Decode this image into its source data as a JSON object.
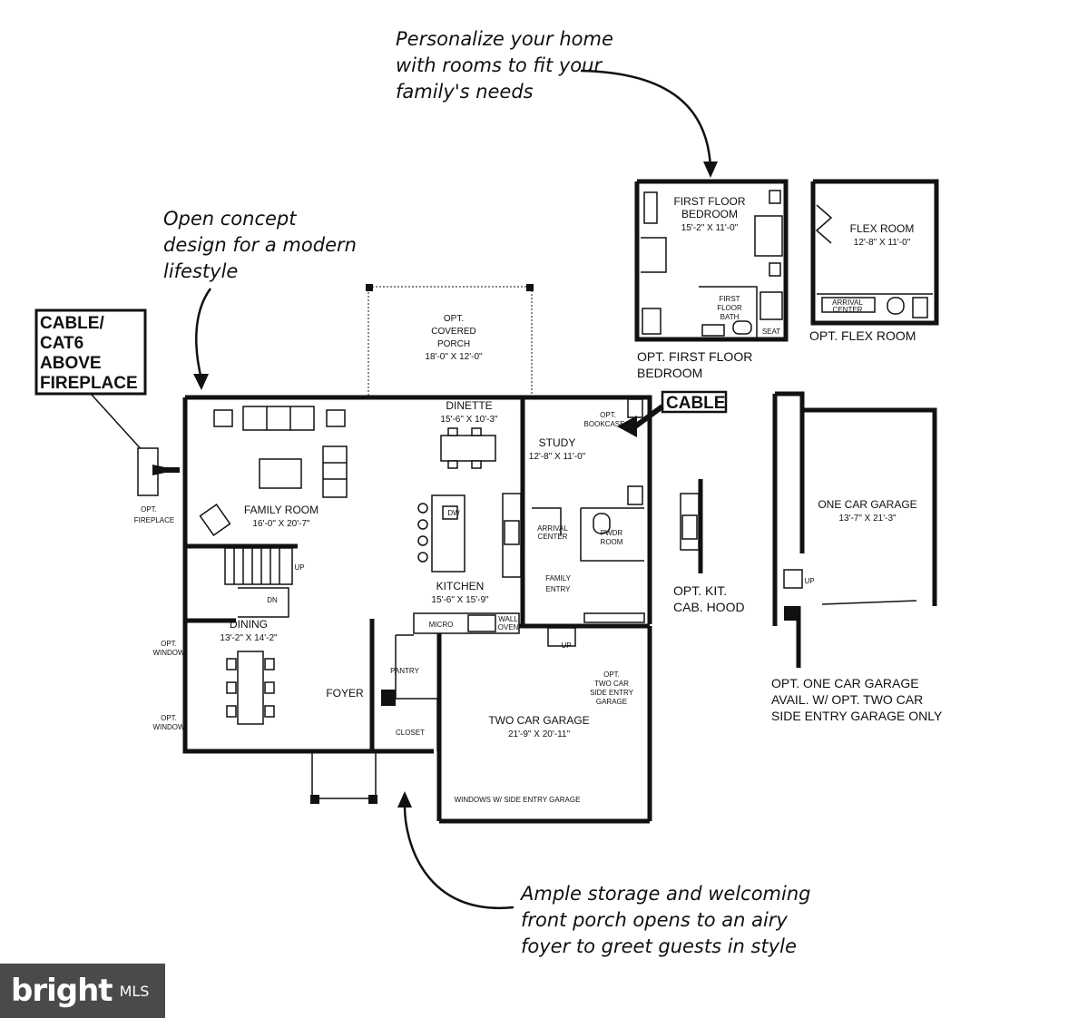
{
  "annotations": {
    "personalize": [
      "Personalize your home",
      "with rooms to fit your",
      "family's needs"
    ],
    "open_concept": [
      "Open concept",
      "design for a modern",
      "lifestyle"
    ],
    "storage": [
      "Ample storage and welcoming",
      "front porch opens to an airy",
      "foyer to greet guests in style"
    ]
  },
  "callouts": {
    "cable_cat6": [
      "CABLE/",
      "CAT6",
      "ABOVE",
      "FIREPLACE"
    ],
    "cable": "CABLE"
  },
  "rooms": {
    "family_room": {
      "name": "FAMILY ROOM",
      "dims": "16'-0\" X 20'-7\""
    },
    "dinette": {
      "name": "DINETTE",
      "dims": "15'-6\" X 10'-3\""
    },
    "study": {
      "name": "STUDY",
      "dims": "12'-8\" X 11'-0\""
    },
    "kitchen": {
      "name": "KITCHEN",
      "dims": "15'-6\" X 15'-9\""
    },
    "dining": {
      "name": "DINING",
      "dims": "13'-2\" X 14'-2\""
    },
    "foyer": "FOYER",
    "pantry": "PANTRY",
    "closet": "CLOSET",
    "pwdr_room": [
      "PWDR",
      "ROOM"
    ],
    "family_entry": [
      "FAMILY",
      "ENTRY"
    ],
    "arrival_center": [
      "ARRIVAL",
      "CENTER"
    ],
    "two_car_garage": {
      "name": "TWO CAR GARAGE",
      "dims": "21'-9\" X 20'-11\""
    },
    "opt_side_entry": [
      "OPT.",
      "TWO CAR",
      "SIDE ENTRY",
      "GARAGE"
    ],
    "windows_side": "WINDOWS W/ SIDE ENTRY GARAGE",
    "covered_porch": {
      "lines": [
        "OPT.",
        "COVERED",
        "PORCH"
      ],
      "dims": "18'-0\" X 12'-0\""
    },
    "first_floor_bedroom": {
      "lines": [
        "FIRST FLOOR",
        "BEDROOM"
      ],
      "dims": "15'-2\" X 11'-0\""
    },
    "first_floor_bath": [
      "FIRST",
      "FLOOR",
      "BATH"
    ],
    "seat": "SEAT",
    "flex_room": {
      "name": "FLEX ROOM",
      "dims": "12'-8\" X 11'-0\""
    },
    "flex_arrival": [
      "ARRIVAL",
      "CENTER"
    ],
    "one_car_garage": {
      "name": "ONE CAR GARAGE",
      "dims": "13'-7\" X 21'-3\""
    }
  },
  "small_labels": {
    "opt_fireplace": [
      "OPT.",
      "FIREPLACE"
    ],
    "opt_window": [
      "OPT.",
      "WINDOW"
    ],
    "opt_bookcase": [
      "OPT.",
      "BOOKCASE"
    ],
    "up": "UP",
    "dn": "DN",
    "dw": "DW",
    "micro": "MICRO",
    "wall_oven": [
      "WALL",
      "OVEN"
    ]
  },
  "option_labels": {
    "opt_first_floor_bedroom": [
      "OPT. FIRST FLOOR",
      "BEDROOM"
    ],
    "opt_flex_room": "OPT. FLEX ROOM",
    "opt_kit_cab_hood": [
      "OPT. KIT.",
      "CAB. HOOD"
    ],
    "opt_one_car_garage": [
      "OPT. ONE CAR GARAGE",
      "AVAIL. W/ OPT. TWO CAR",
      "SIDE ENTRY GARAGE ONLY"
    ]
  },
  "logo": {
    "brand": "bright",
    "suffix": "MLS"
  }
}
